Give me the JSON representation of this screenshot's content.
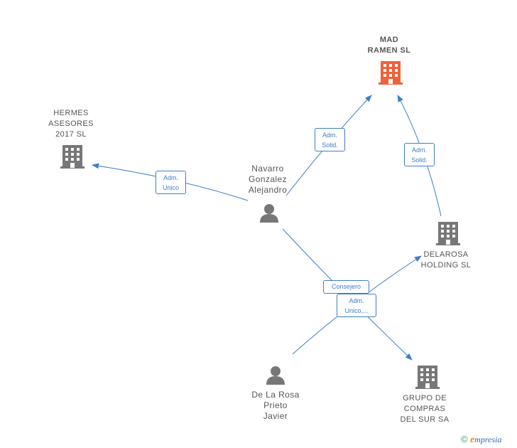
{
  "nodes": {
    "mad_ramen": {
      "label": "MAD\nRAMEN  SL",
      "icon": "building-icon",
      "color": "#f0623a"
    },
    "hermes": {
      "label": "HERMES\nASESORES\n2017  SL",
      "icon": "building-icon",
      "color": "#777777"
    },
    "navarro": {
      "label": "Navarro\nGonzalez\nAlejandro",
      "icon": "person-icon",
      "color": "#777777"
    },
    "delarosa_holding": {
      "label": "DELAROSA\nHOLDING  SL",
      "icon": "building-icon",
      "color": "#777777"
    },
    "de_la_rosa": {
      "label": "De La Rosa\nPrieto\nJavier",
      "icon": "person-icon",
      "color": "#777777"
    },
    "grupo_compras": {
      "label": "GRUPO DE\nCOMPRAS\nDEL SUR SA",
      "icon": "building-icon",
      "color": "#777777"
    }
  },
  "roles": {
    "navarro_hermes": "Adm.\nUnico",
    "navarro_mad": "Adm.\nSolid.",
    "delarosa_mad": "Adm.\nSolid.",
    "consejero": "Consejero",
    "adm_unico_multi": "Adm.\nUnico,..."
  },
  "colors": {
    "edge": "#3d7ec7",
    "focus": "#f0623a",
    "node": "#777777"
  },
  "footer": {
    "copyright": "©",
    "brand_initial": "e",
    "brand_rest": "mpresia"
  }
}
